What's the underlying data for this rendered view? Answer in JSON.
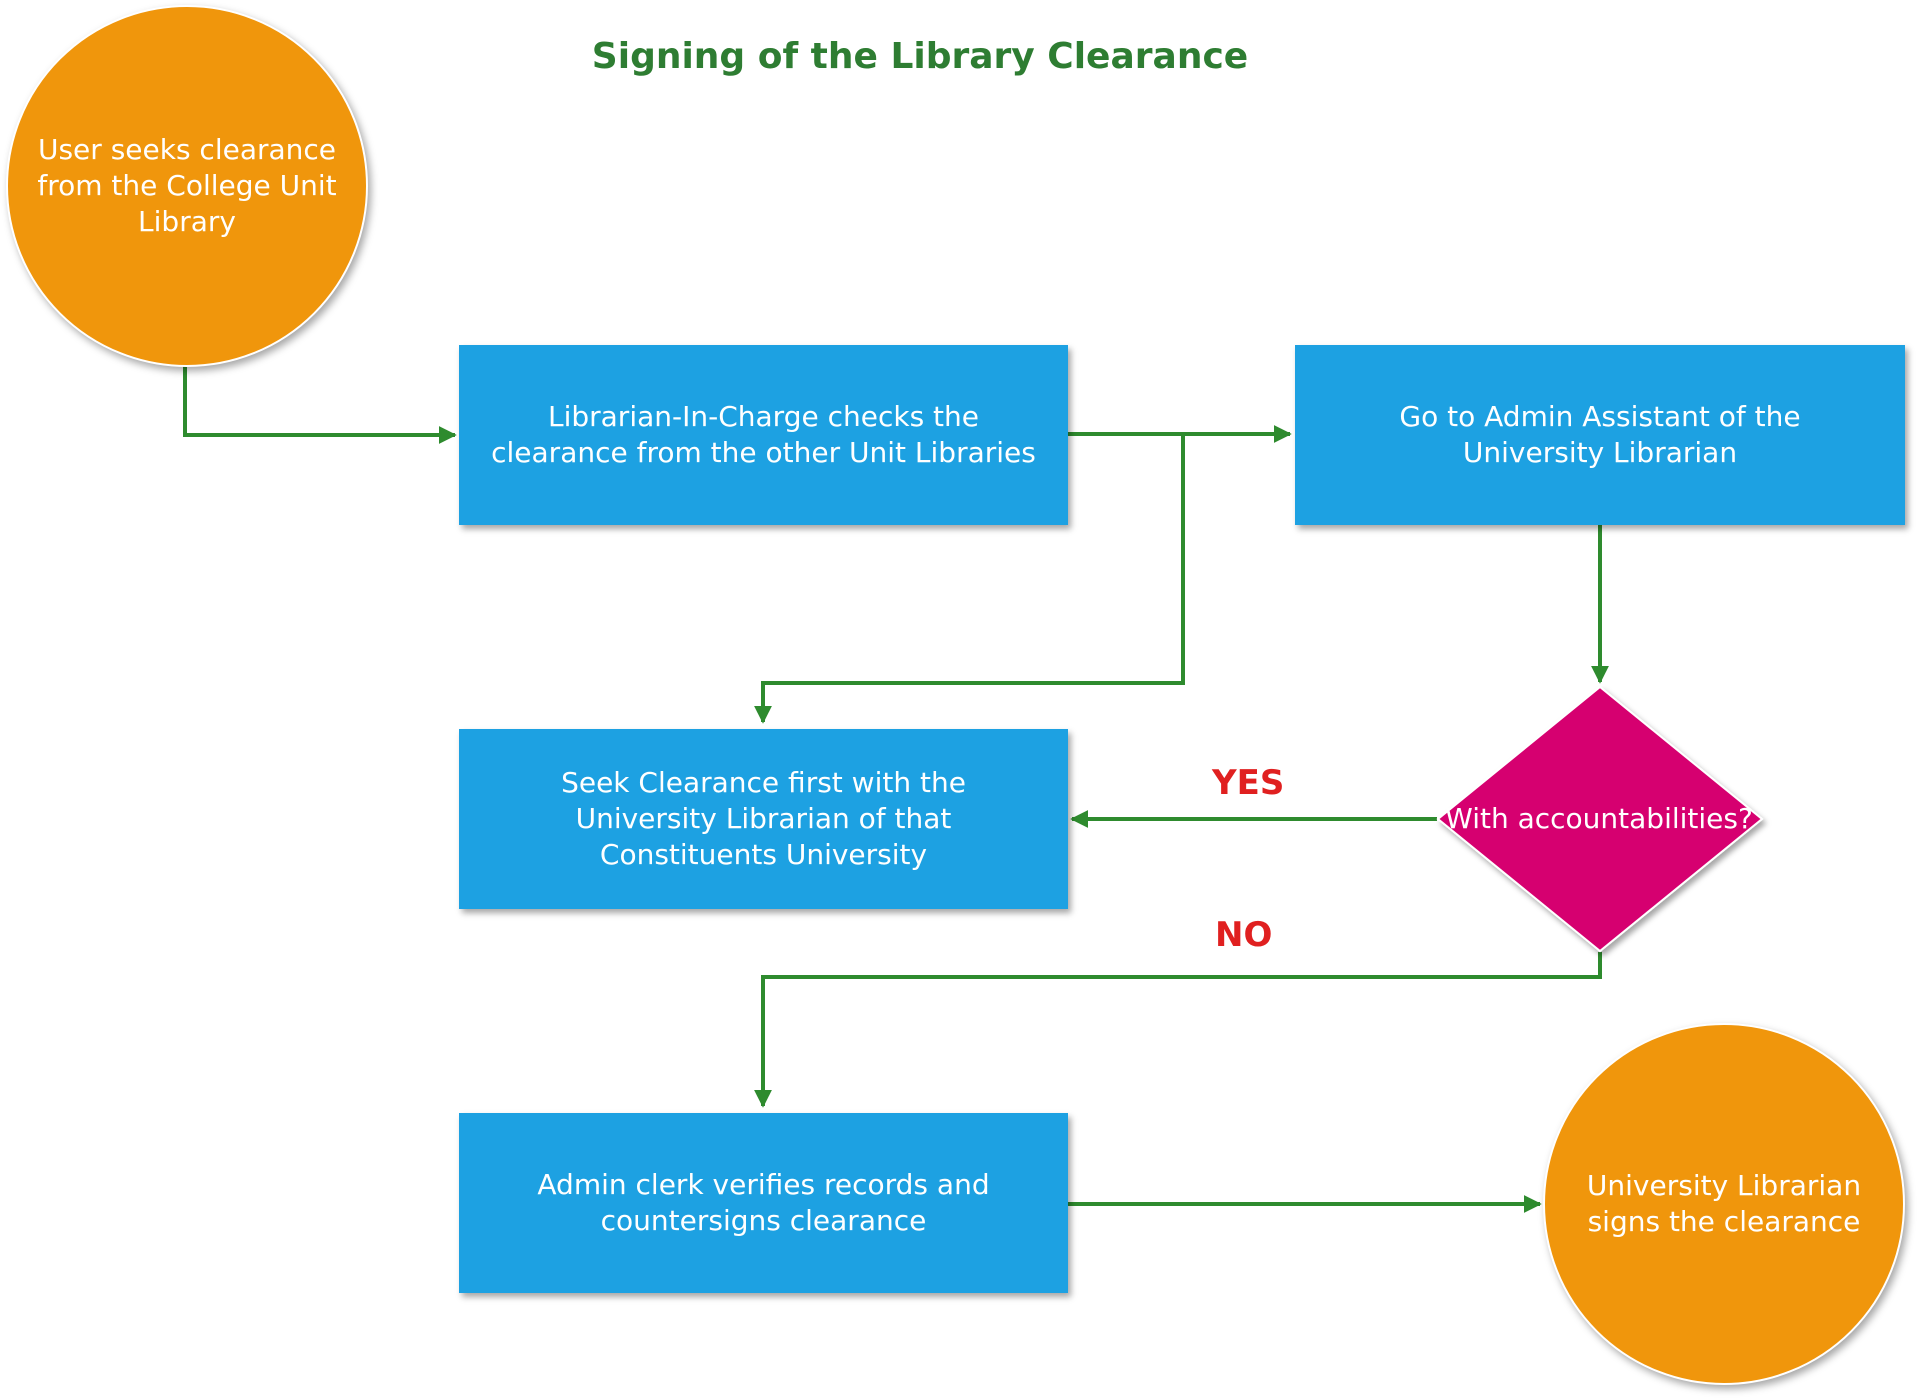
{
  "title": "Signing of the Library Clearance",
  "nodes": {
    "start": "User seeks clearance from the College Unit Library",
    "librarian_check": "Librarian-In-Charge checks the clearance from the other Unit Libraries",
    "admin_assistant": "Go to Admin Assistant of the University Librarian",
    "seek_clearance": "Seek Clearance first with the University Librarian of that Constituents University",
    "decision": "With accountabilities?",
    "admin_clerk": "Admin clerk verifies records and countersigns clearance",
    "end": "University Librarian signs the clearance"
  },
  "edge_labels": {
    "yes": "YES",
    "no": "NO"
  },
  "colors": {
    "title": "#2e7d32",
    "terminal": "#f0960c",
    "process": "#1da1e2",
    "decision": "#d6006f",
    "connector": "#2e8b2e",
    "edge_label": "#e02020"
  }
}
